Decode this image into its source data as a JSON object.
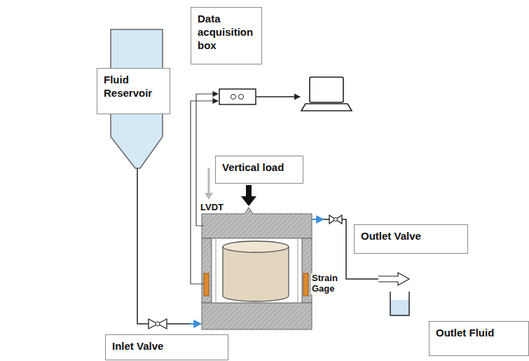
{
  "diagram": {
    "nodes": [
      {
        "text": [
          "Data acquisition box"
        ]
      },
      {
        "text": [
          "Fluid Reservoir"
        ]
      },
      {
        "text": [
          "Vertical load"
        ]
      },
      {
        "text": [
          "Outlet Valve"
        ]
      },
      {
        "text": [
          "Inlet Valve"
        ]
      },
      {
        "text": [
          "Outlet Fluid"
        ]
      }
    ],
    "labels": [
      "LVDT",
      "Strain Gage"
    ]
  }
}
